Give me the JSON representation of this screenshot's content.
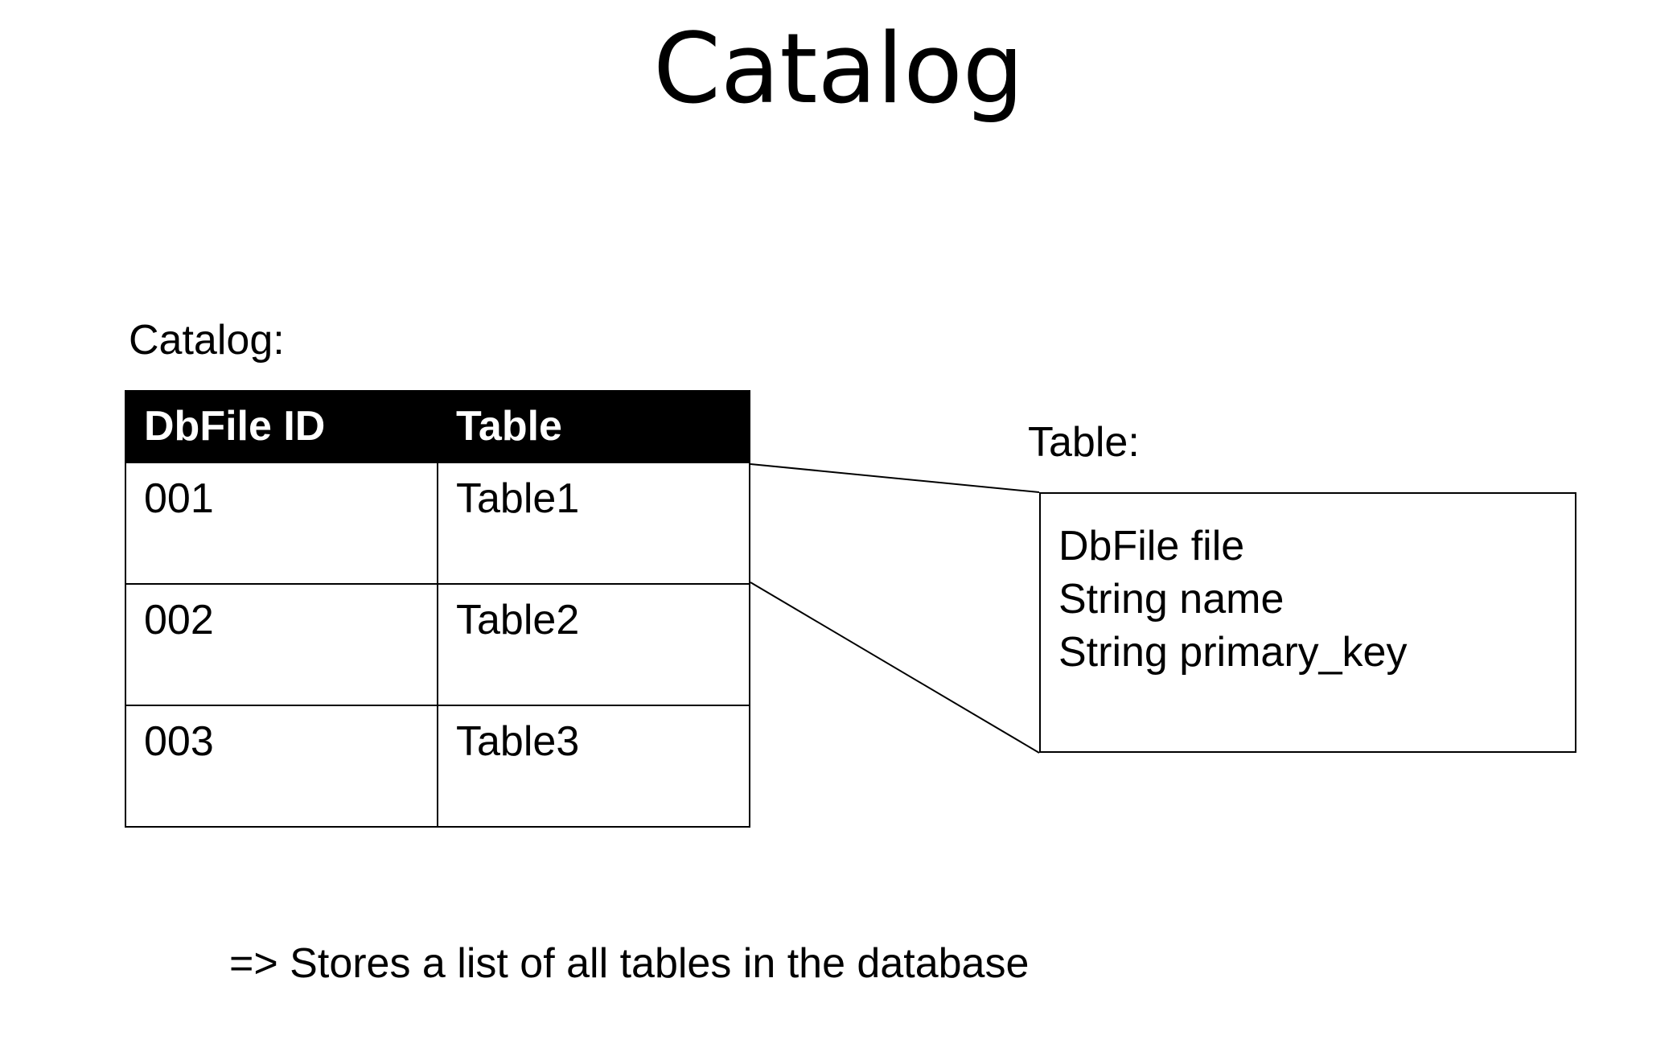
{
  "title": "Catalog",
  "catalog": {
    "label": "Catalog:",
    "headers": [
      "DbFile ID",
      "Table"
    ],
    "rows": [
      {
        "id": "001",
        "table": "Table1"
      },
      {
        "id": "002",
        "table": "Table2"
      },
      {
        "id": "003",
        "table": "Table3"
      }
    ]
  },
  "table_struct": {
    "label": "Table:",
    "fields": [
      "DbFile file",
      "String name",
      "String primary_key"
    ]
  },
  "footnote": "=> Stores a list of all tables in the database",
  "colors": {
    "header_bg": "#000000",
    "header_text": "#ffffff",
    "line": "#000000"
  }
}
